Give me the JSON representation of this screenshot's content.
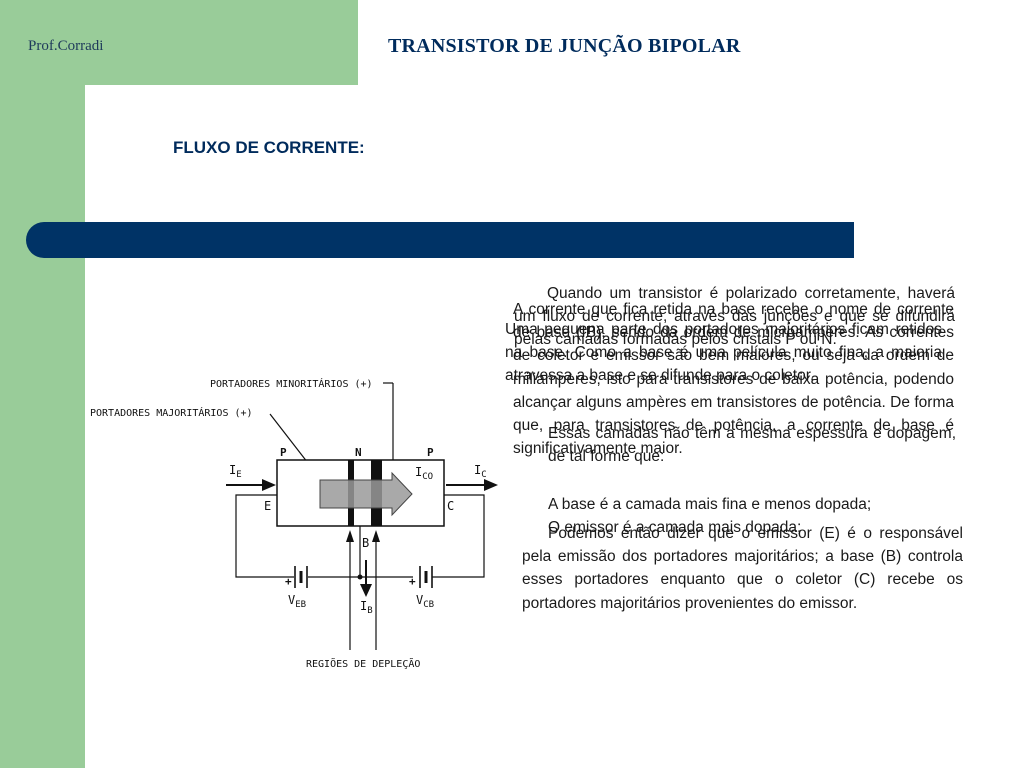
{
  "header": {
    "author": "Prof.Corradi",
    "title": "TRANSISTOR DE JUNÇÃO BIPOLAR"
  },
  "section": {
    "subtitle": "FLUXO DE CORRENTE:"
  },
  "diagram": {
    "label_minority": "PORTADORES MINORITÁRIOS (+)",
    "label_majority": "PORTADORES MAJORITÁRIOS (+)",
    "region_p1": "P",
    "region_n": "N",
    "region_p2": "P",
    "current_ie": "I",
    "current_ie_sub": "E",
    "current_ico": "I",
    "current_ico_sub": "CO",
    "current_ic": "I",
    "current_ic_sub": "C",
    "terminal_e": "E",
    "terminal_c": "C",
    "terminal_b": "B",
    "source_veb": "V",
    "source_veb_sub": "EB",
    "source_ib": "I",
    "source_ib_sub": "B",
    "source_vcb": "V",
    "source_vcb_sub": "CB",
    "plus": "+",
    "label_depletion": "REGIÕES DE DEPLEÇÃO"
  },
  "paragraphs": {
    "p1": "Quando um transistor é polarizado corretamente, haverá um fluxo de corrente, através das junções e que se difundirá pelas camadas formadas pelos cristais P ou N.",
    "p2": "A corrente que fica retida na base recebe o nome de corrente de base (IB), sendo da ordem de microampères. As correntes de coletor e emissor são bem maiores, ou seja da ordem de miliampères, isto para transistores de baixa potência, podendo alcançar alguns ampères em transistores de potência. De forma que, para transistores de potência, a corrente de base é significativamente maior.",
    "p3": "Uma pequena parte dos portadores majoritários ficam retidos na base. Como a base é uma película muito fina, a maioria atravessa a base e se difunde para o coletor.",
    "p4": "Essas camadas não têm a mesma espessura e dopagem, de tal forme que:",
    "p5": "A base é a camada mais fina e menos dopada;",
    "p6": "O emissor é a camada mais dopada;",
    "p7": "Podemos então dizer que o emissor (E) é o responsável pela emissão dos portadores majoritários; a base (B) controla esses portadores enquanto que o coletor (C) recebe os portadores majoritários provenientes do emissor."
  }
}
